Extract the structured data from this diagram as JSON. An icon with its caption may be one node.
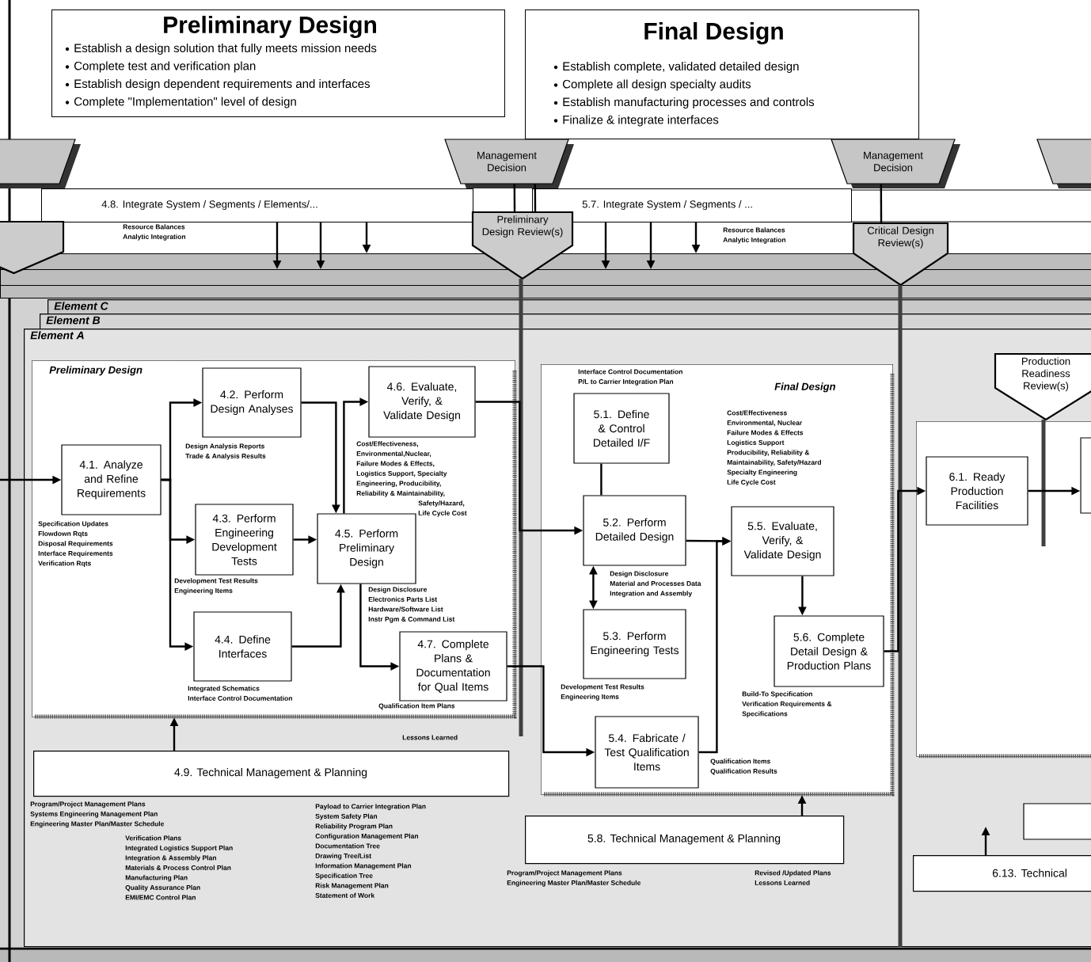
{
  "diagram": {
    "nodes": [
      {
        "text": [
          "Preliminary Design",
          "Establish a design solution that fully meets mission needs",
          "Complete test and verification plan",
          "Establish design dependent requirements and interfaces",
          "Complete \"Implementation\" level of design"
        ]
      },
      {
        "text": [
          "Final Design",
          "Establish complete, validated detailed design",
          "Complete all design specialty audits",
          "Establish manufacturing processes and controls",
          "Finalize & integrate interfaces"
        ]
      },
      {
        "text": [],
        "shape": "trapezoid"
      },
      {
        "text": [
          "Management Decision"
        ]
      },
      {
        "text": [
          "Management Decision"
        ]
      },
      {
        "text": [],
        "shape": "trapezoid"
      },
      {
        "text": [
          "4.8. Integrate System / Segments / Elements/..."
        ],
        "beside": [
          "Resource Balances",
          "Analytic Integration"
        ]
      },
      {
        "text": [
          "5.7. Integrate System / Segments / ..."
        ],
        "beside": [
          "Resource Balances",
          "Analytic Integration"
        ]
      },
      {
        "text": [],
        "shape": "pentagon"
      },
      {
        "text": [
          "Preliminary Design Review(s)"
        ]
      },
      {
        "text": [
          "Critical Design Review(s)"
        ]
      },
      {
        "text": [
          "Element C"
        ]
      },
      {
        "text": [
          "Element B"
        ]
      },
      {
        "text": [
          "Element A"
        ]
      },
      {
        "text": [
          "Preliminary Design"
        ],
        "in": 13
      },
      {
        "text": [
          "4.1. Analyze and Refine Requirements"
        ],
        "in": 14,
        "beside": [
          "Specification Updates",
          "Flowdown Rqts",
          "Disposal Requirements",
          "Interface Requirements",
          "Verification Rqts"
        ]
      },
      {
        "text": [
          "4.2. Perform Design Analyses"
        ],
        "in": 14,
        "beside": [
          "Design Analysis Reports",
          "Trade & Analysis Results"
        ]
      },
      {
        "text": [
          "4.3. Perform Engineering Development Tests"
        ],
        "in": 14,
        "beside": [
          "Development Test Results",
          "Engineering Items"
        ]
      },
      {
        "text": [
          "4.4. Define Interfaces"
        ],
        "in": 14,
        "beside": [
          "Integrated Schematics",
          "Interface Control Documentation"
        ]
      },
      {
        "text": [
          "4.5. Perform Preliminary Design"
        ],
        "in": 14,
        "beside": [
          "Design Disclosure",
          "Electronics Parts List",
          "Hardware/Software List",
          "Instr Pgm & Command List"
        ]
      },
      {
        "text": [
          "4.6. Evaluate, Verify, & Validate Design"
        ],
        "in": 14,
        "beside": [
          "Cost/Effectiveness,",
          "Environmental,Nuclear,",
          "Failure Modes & Effects,",
          "Logistics Support, Specialty",
          "Engineering, Producibility,",
          "Reliability & Maintainability,",
          "Safety/Hazard,",
          "Life Cycle Cost"
        ]
      },
      {
        "text": [
          "4.7. Complete Plans & Documentation for Qual Items"
        ],
        "in": 14,
        "beside": [
          "Qualification Item Plans"
        ]
      },
      {
        "text": [
          "Final Design"
        ],
        "in": 13
      },
      {
        "text": [
          "5.1. Define & Control Detailed I/F"
        ],
        "in": 22,
        "beside": [
          "Interface Control Documentation",
          "P/L to Carrier Integration Plan"
        ]
      },
      {
        "text": [
          "5.2. Perform Detailed Design"
        ],
        "in": 22,
        "beside": [
          "Design Disclosure",
          "Material and Processes Data",
          "Integration and Assembly"
        ]
      },
      {
        "text": [
          "5.3. Perform Engineering Tests"
        ],
        "in": 22,
        "beside": [
          "Development Test Results",
          "Engineering Items"
        ]
      },
      {
        "text": [
          "5.4. Fabricate / Test Qualification Items"
        ],
        "in": 22,
        "beside": [
          "Qualification Items",
          "Qualification Results"
        ]
      },
      {
        "text": [
          "5.5. Evaluate, Verify, & Validate Design"
        ],
        "in": 22,
        "beside": [
          "Cost/Effectiveness",
          "Environmental, Nuclear",
          "Failure Modes & Effects",
          "Logistics Support",
          "Producibility, Reliability &",
          "Maintainability, Safety/Hazard",
          "Specialty Engineering",
          "Life Cycle Cost"
        ]
      },
      {
        "text": [
          "5.6. Complete Detail Design & Production Plans"
        ],
        "in": 22,
        "beside": [
          "Build-To Specification",
          "Verification Requirements &",
          "Specifications"
        ]
      },
      {
        "text": [
          "Production Readiness Review(s)"
        ],
        "in": 13
      },
      {
        "text": [],
        "shape": "box",
        "in": 13
      },
      {
        "text": [
          "6.1. Ready Production Facilities"
        ],
        "in": 30
      },
      {
        "text": [
          "4.9. Technical Management & Planning"
        ],
        "in": 13,
        "beside": [
          "Program/Project Management Plans",
          "Systems Engineering Management Plan",
          "Engineering Master Plan/Master Schedule",
          "Verification Plans",
          "Integrated Logistics Support Plan",
          "Integration & Assembly Plan",
          "Materials & Process Control Plan",
          "Manufacturing Plan",
          "Quality Assurance Plan",
          "EMI/EMC Control Plan",
          "Payload to Carrier Integration Plan",
          "System Safety Plan",
          "Reliability Program Plan",
          "Configuration Management Plan",
          "Documentation Tree",
          "Drawing Tree/List",
          "Information Management Plan",
          "Specification Tree",
          "Risk Management Plan",
          "Statement of Work"
        ]
      },
      {
        "text": [
          "5.8. Technical Management & Planning"
        ],
        "in": 13,
        "beside": [
          "Program/Project Management Plans",
          "Engineering Master Plan/Master Schedule",
          "Revised /Updated Plans",
          "Lessons Learned"
        ]
      },
      {
        "text": [
          "6.13. Technical"
        ],
        "in": 13
      },
      {
        "text": [],
        "shape": "box",
        "in": 30
      },
      {
        "text": [],
        "shape": "box",
        "in": 13
      },
      {
        "text": [],
        "shape": "bar"
      },
      {
        "text": [],
        "shape": "bar"
      },
      {
        "text": [],
        "shape": "bar"
      }
    ],
    "edges": [
      {
        "from": null,
        "to": 15,
        "arrow": "to"
      },
      {
        "from": 15,
        "to": 16,
        "arrow": "to"
      },
      {
        "from": 15,
        "to": 17,
        "arrow": "to"
      },
      {
        "from": 15,
        "to": 18,
        "arrow": "to"
      },
      {
        "from": 16,
        "to": 19,
        "arrow": "to"
      },
      {
        "from": 17,
        "to": 19,
        "arrow": "to"
      },
      {
        "from": 18,
        "to": 19,
        "arrow": "to"
      },
      {
        "from": 19,
        "to": 20,
        "arrow": "to"
      },
      {
        "from": 19,
        "to": 21,
        "arrow": "to"
      },
      {
        "from": 20,
        "to": 24,
        "arrow": "to"
      },
      {
        "from": 21,
        "to": 26,
        "arrow": "to"
      },
      {
        "from": 23,
        "to": 24,
        "arrow": "none"
      },
      {
        "from": 24,
        "to": 25,
        "arrow": "both"
      },
      {
        "from": 24,
        "to": 27,
        "arrow": "to"
      },
      {
        "from": 26,
        "to": 27,
        "arrow": "to"
      },
      {
        "from": 27,
        "to": 28,
        "arrow": "to"
      },
      {
        "from": 28,
        "to": 31,
        "arrow": "to"
      },
      {
        "from": 31,
        "to": 35,
        "arrow": "to"
      },
      {
        "from": 32,
        "to": 14,
        "arrow": "to"
      },
      {
        "from": 33,
        "to": 22,
        "arrow": "to"
      },
      {
        "from": 34,
        "to": null,
        "arrow": "to"
      },
      {
        "from": 6,
        "to": 38,
        "arrow": "to"
      },
      {
        "from": 6,
        "to": 38,
        "arrow": "to"
      },
      {
        "from": 6,
        "to": 37,
        "arrow": "to"
      },
      {
        "from": 7,
        "to": 38,
        "arrow": "to"
      },
      {
        "from": 7,
        "to": 38,
        "arrow": "to"
      },
      {
        "from": 7,
        "to": 37,
        "arrow": "to"
      },
      {
        "from": 3,
        "to": 9,
        "arrow": "none"
      },
      {
        "from": 3,
        "to": 9,
        "arrow": "none"
      },
      {
        "from": 4,
        "to": 10,
        "arrow": "none"
      }
    ],
    "labels": [
      "Lessons Learned"
    ]
  }
}
